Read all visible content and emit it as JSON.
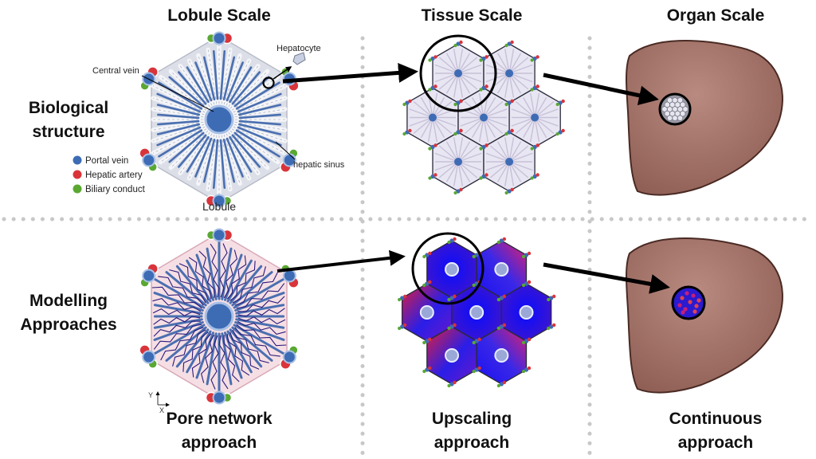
{
  "headers": {
    "lobule": "Lobule Scale",
    "tissue": "Tissue Scale",
    "organ": "Organ Scale"
  },
  "rows": {
    "biological": [
      "Biological",
      "structure"
    ],
    "modelling": [
      "Modelling",
      "Approaches"
    ]
  },
  "labels": {
    "central_vein": "Central vein",
    "hepatocyte": "Hepatocyte",
    "hepatic_sinus": "hepatic sinus",
    "lobule": "Lobule"
  },
  "legend": [
    {
      "label": "Portal vein",
      "color": "#3d6cb5"
    },
    {
      "label": "Hepatic artery",
      "color": "#d9343a"
    },
    {
      "label": "Biliary conduct",
      "color": "#5aa832"
    }
  ],
  "approaches": {
    "pore": [
      "Pore network",
      "approach"
    ],
    "upscaling": [
      "Upscaling",
      "approach"
    ],
    "continuous": [
      "Continuous",
      "approach"
    ]
  },
  "axes": {
    "x": "X",
    "y": "Y"
  }
}
